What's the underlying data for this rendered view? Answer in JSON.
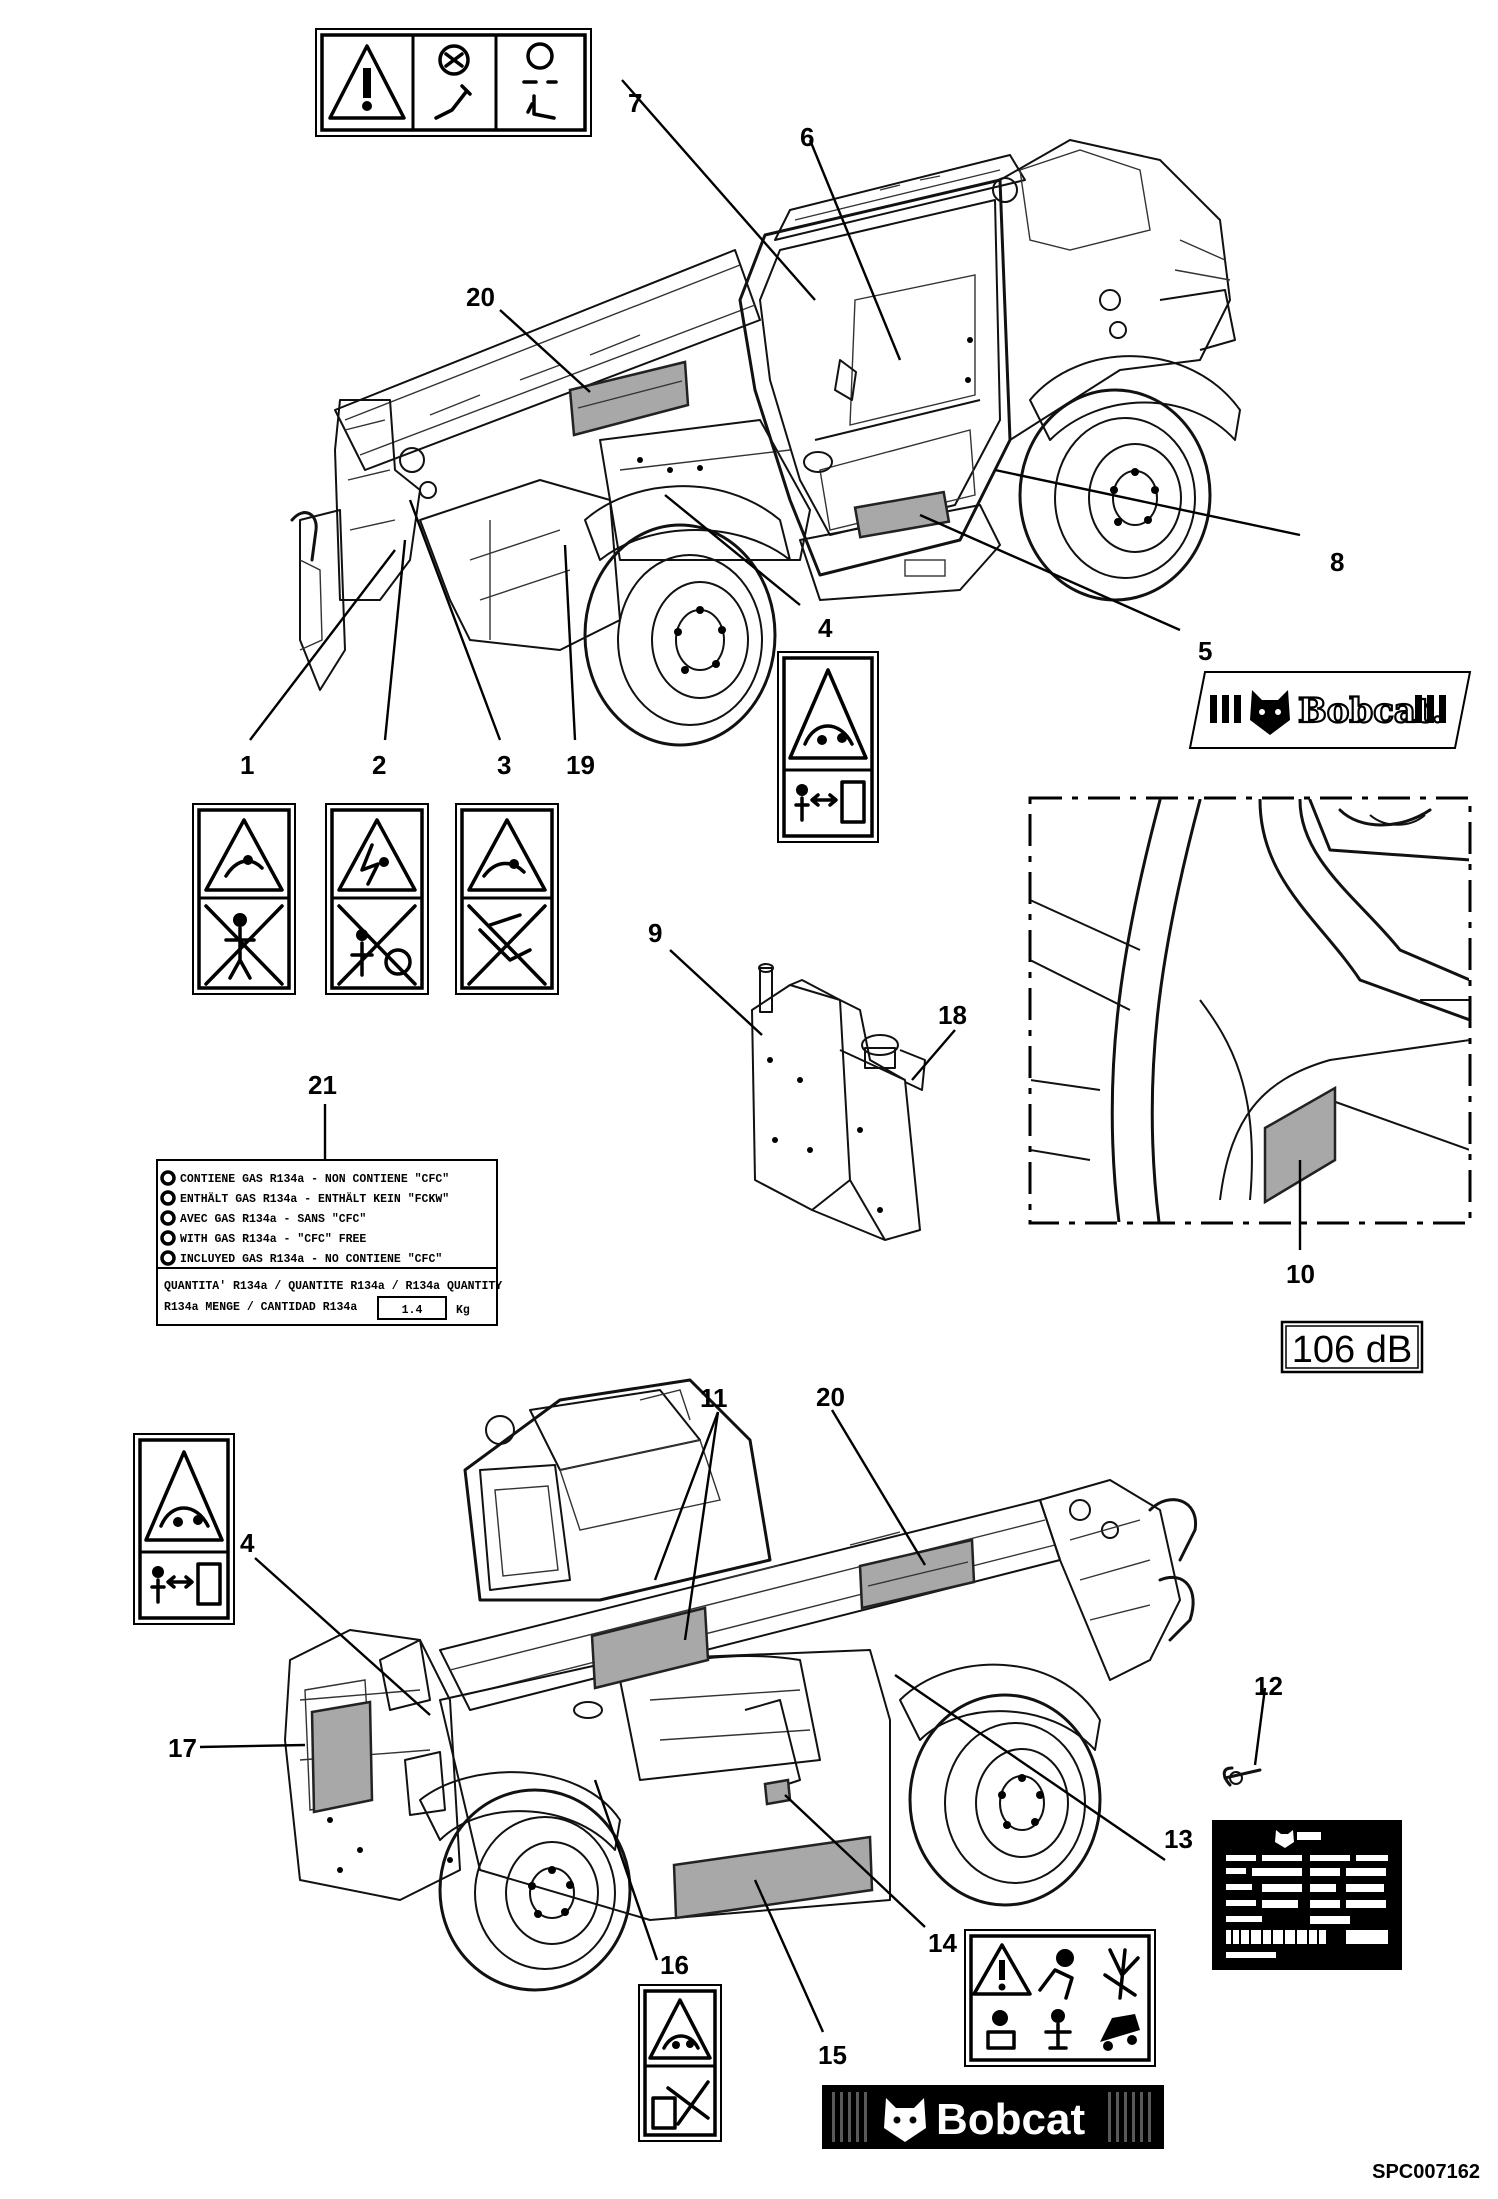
{
  "callouts": [
    "1",
    "2",
    "3",
    "4",
    "5",
    "6",
    "7",
    "8",
    "9",
    "10",
    "11",
    "12",
    "13",
    "14",
    "15",
    "16",
    "17",
    "18",
    "19",
    "20",
    "21"
  ],
  "decal_21": {
    "lines": [
      "CONTIENE GAS R134a - NON CONTIENE \"CFC\"",
      "ENTHÄLT GAS R134a - ENTHÄLT KEIN \"FCKW\"",
      "AVEC GAS R134a - SANS \"CFC\"",
      "WITH GAS R134a - \"CFC\" FREE",
      "INCLUYED GAS R134a - NO CONTIENE \"CFC\""
    ],
    "quantity_line_1": "QUANTITA' R134a / QUANTITE R134a / R134a QUANTITY",
    "quantity_line_2": "R134a MENGE / CANTIDAD R134a",
    "quantity_value": "1.4",
    "quantity_unit": "Kg"
  },
  "noise_label": "106 dB",
  "brand": "Bobcat",
  "brand_small": "Bobcat.",
  "reference": "SPC007162",
  "colors": {
    "decal_fill": "#a8a8a8",
    "line": "#111111",
    "background": "#ffffff"
  }
}
